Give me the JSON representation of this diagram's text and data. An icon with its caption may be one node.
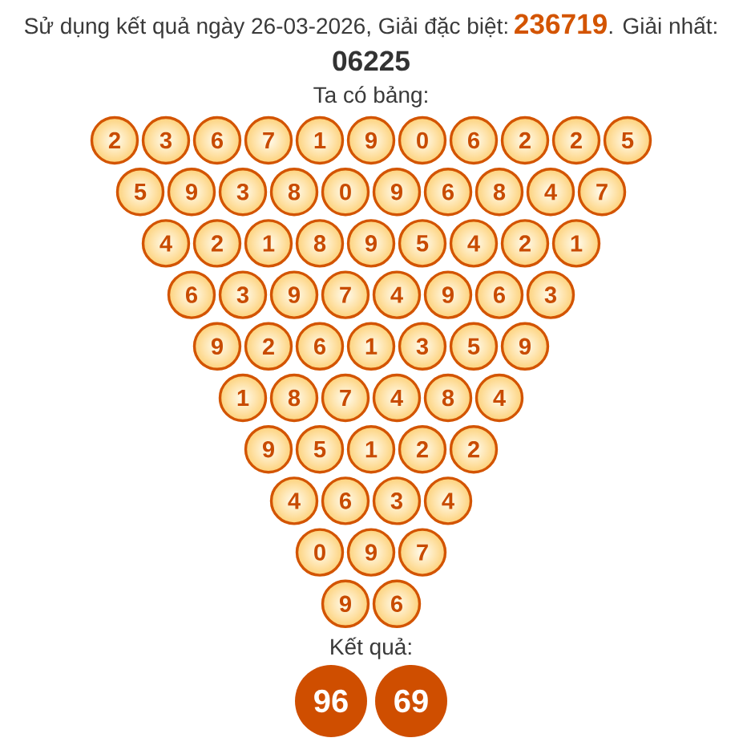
{
  "diagram": {
    "nodes": [
      {
        "text": [
          "2"
        ]
      },
      {
        "text": [
          "3"
        ]
      },
      {
        "text": [
          "6"
        ]
      },
      {
        "text": [
          "7"
        ]
      },
      {
        "text": [
          "1"
        ]
      },
      {
        "text": [
          "9"
        ]
      },
      {
        "text": [
          "0"
        ]
      },
      {
        "text": [
          "6"
        ]
      },
      {
        "text": [
          "2"
        ]
      },
      {
        "text": [
          "2"
        ]
      },
      {
        "text": [
          "5"
        ]
      },
      {
        "text": [
          "5"
        ]
      },
      {
        "text": [
          "9"
        ]
      },
      {
        "text": [
          "3"
        ]
      },
      {
        "text": [
          "8"
        ]
      },
      {
        "text": [
          "0"
        ]
      },
      {
        "text": [
          "9"
        ]
      },
      {
        "text": [
          "6"
        ]
      },
      {
        "text": [
          "8"
        ]
      },
      {
        "text": [
          "4"
        ]
      },
      {
        "text": [
          "7"
        ]
      },
      {
        "text": [
          "4"
        ]
      },
      {
        "text": [
          "2"
        ]
      },
      {
        "text": [
          "1"
        ]
      },
      {
        "text": [
          "8"
        ]
      },
      {
        "text": [
          "9"
        ]
      },
      {
        "text": [
          "5"
        ]
      },
      {
        "text": [
          "4"
        ]
      },
      {
        "text": [
          "2"
        ]
      },
      {
        "text": [
          "1"
        ]
      },
      {
        "text": [
          "6"
        ]
      },
      {
        "text": [
          "3"
        ]
      },
      {
        "text": [
          "9"
        ]
      },
      {
        "text": [
          "7"
        ]
      },
      {
        "text": [
          "4"
        ]
      },
      {
        "text": [
          "9"
        ]
      },
      {
        "text": [
          "6"
        ]
      },
      {
        "text": [
          "3"
        ]
      },
      {
        "text": [
          "9"
        ]
      },
      {
        "text": [
          "2"
        ]
      },
      {
        "text": [
          "6"
        ]
      },
      {
        "text": [
          "1"
        ]
      },
      {
        "text": [
          "3"
        ]
      },
      {
        "text": [
          "5"
        ]
      },
      {
        "text": [
          "9"
        ]
      },
      {
        "text": [
          "1"
        ]
      },
      {
        "text": [
          "8"
        ]
      },
      {
        "text": [
          "7"
        ]
      },
      {
        "text": [
          "4"
        ]
      },
      {
        "text": [
          "8"
        ]
      },
      {
        "text": [
          "4"
        ]
      },
      {
        "text": [
          "9"
        ]
      },
      {
        "text": [
          "5"
        ]
      },
      {
        "text": [
          "1"
        ]
      },
      {
        "text": [
          "2"
        ]
      },
      {
        "text": [
          "2"
        ]
      },
      {
        "text": [
          "4"
        ]
      },
      {
        "text": [
          "6"
        ]
      },
      {
        "text": [
          "3"
        ]
      },
      {
        "text": [
          "4"
        ]
      },
      {
        "text": [
          "0"
        ]
      },
      {
        "text": [
          "9"
        ]
      },
      {
        "text": [
          "7"
        ]
      },
      {
        "text": [
          "9"
        ]
      },
      {
        "text": [
          "6"
        ]
      },
      {
        "text": [
          "96"
        ]
      },
      {
        "text": [
          "69"
        ]
      }
    ],
    "labels": [
      "Sử dụng kết quả ngày 26-03-2026, Giải đặc biệt:",
      "236719",
      ". Giải nhất:",
      "06225",
      "Ta có bảng:",
      "Kết quả:"
    ]
  }
}
